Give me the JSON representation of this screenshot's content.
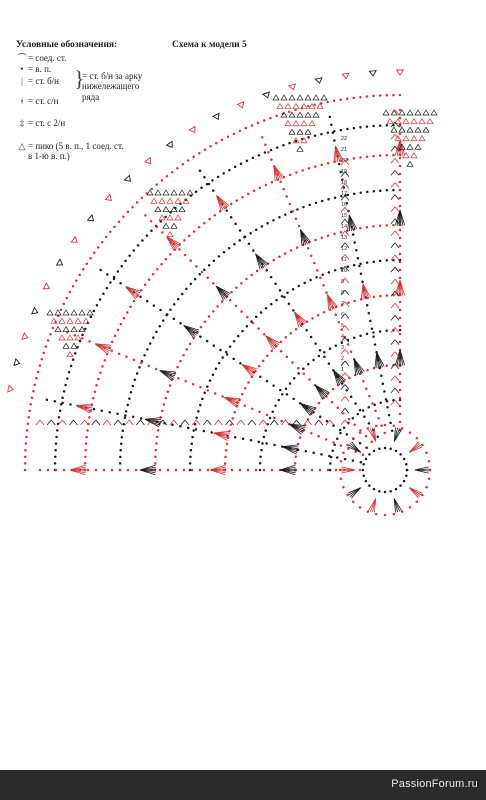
{
  "legend": {
    "title": "Условные обозначения:",
    "items": [
      {
        "icon": "slip-stitch-icon",
        "symbol": "⌒",
        "label": "= соед. ст."
      },
      {
        "icon": "chain-stitch-icon",
        "symbol": "•",
        "label": "= в. п."
      },
      {
        "icon": "single-crochet-icon",
        "symbol": "|",
        "label": "= ст. б/н"
      },
      {
        "icon": "double-crochet-icon",
        "symbol": "ǂ",
        "label": "= ст. с/н"
      },
      {
        "icon": "treble-crochet-icon",
        "symbol": "‡",
        "label": "= ст. с 2/н"
      },
      {
        "icon": "picot-icon",
        "symbol": "△",
        "label": "= пико (5 в. п., 1 соед. ст. в 1-ю в. п.)"
      }
    ],
    "grouped_note": "= ст. б/н за арку нижележащего ряда"
  },
  "scheme_title": "Схема к модели 5",
  "row_numbers": [
    "22",
    "21",
    "20",
    "19",
    "18",
    "17",
    "16",
    "15",
    "14",
    "13",
    "12",
    "11",
    "10",
    "9",
    "8",
    "7",
    "6",
    "5",
    "4",
    "3",
    "2",
    "1"
  ],
  "colors": {
    "red": "#d8333a",
    "black": "#1c1c1c",
    "footer": "#2b2b2b"
  },
  "watermark": "PassionForum.ru"
}
